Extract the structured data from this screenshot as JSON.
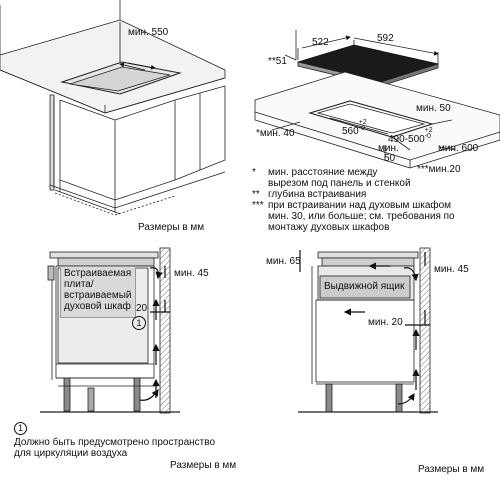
{
  "top_left": {
    "dim_min550": "мин. 550",
    "units": "Размеры в мм"
  },
  "top_right": {
    "dim_522": "522",
    "dim_592": "592",
    "dim_51": "**51",
    "dim_min50": "мин. 50",
    "dim_min40": "*мин. 40",
    "dim_560": "560",
    "tol_560_plus": "+2",
    "tol_560_minus": "-0",
    "dim_490_500": "490-500",
    "tol_490_plus": "+2",
    "tol_490_minus": "-0",
    "dim_min600": "мин. 600",
    "dim_min50b": "мин.",
    "dim_min50b_val": "50",
    "dim_min20": "***мин.20",
    "notes": [
      {
        "mark": "*",
        "text": "мин. расстояние между"
      },
      {
        "mark": "",
        "text": "вырезом под панель и стенкой"
      },
      {
        "mark": "**",
        "text": "глубина встраивания"
      },
      {
        "mark": "***",
        "text": "при встраивании над духовым шкафом"
      },
      {
        "mark": "",
        "text": "мин. 30, или больше; см. требования по"
      },
      {
        "mark": "",
        "text": "монтажу духовых шкафов"
      }
    ]
  },
  "bottom_left": {
    "label_lines": [
      "Встраиваемая",
      "плита/",
      "встраиваемый",
      "духовой шкаф"
    ],
    "dim_min45": "мин. 45",
    "dim_20": "20",
    "circle_mark": "1",
    "footnote_mark": "1",
    "footnote_lines": [
      "Должно быть предусмотрено пространство",
      "для циркуляции воздуха"
    ],
    "units": "Размеры в мм"
  },
  "bottom_right": {
    "dim_min65": "мин. 65",
    "dim_min45": "мин. 45",
    "drawer_label": "Выдвижной ящик",
    "dim_min20": "мин. 20",
    "units": "Размеры в мм"
  }
}
